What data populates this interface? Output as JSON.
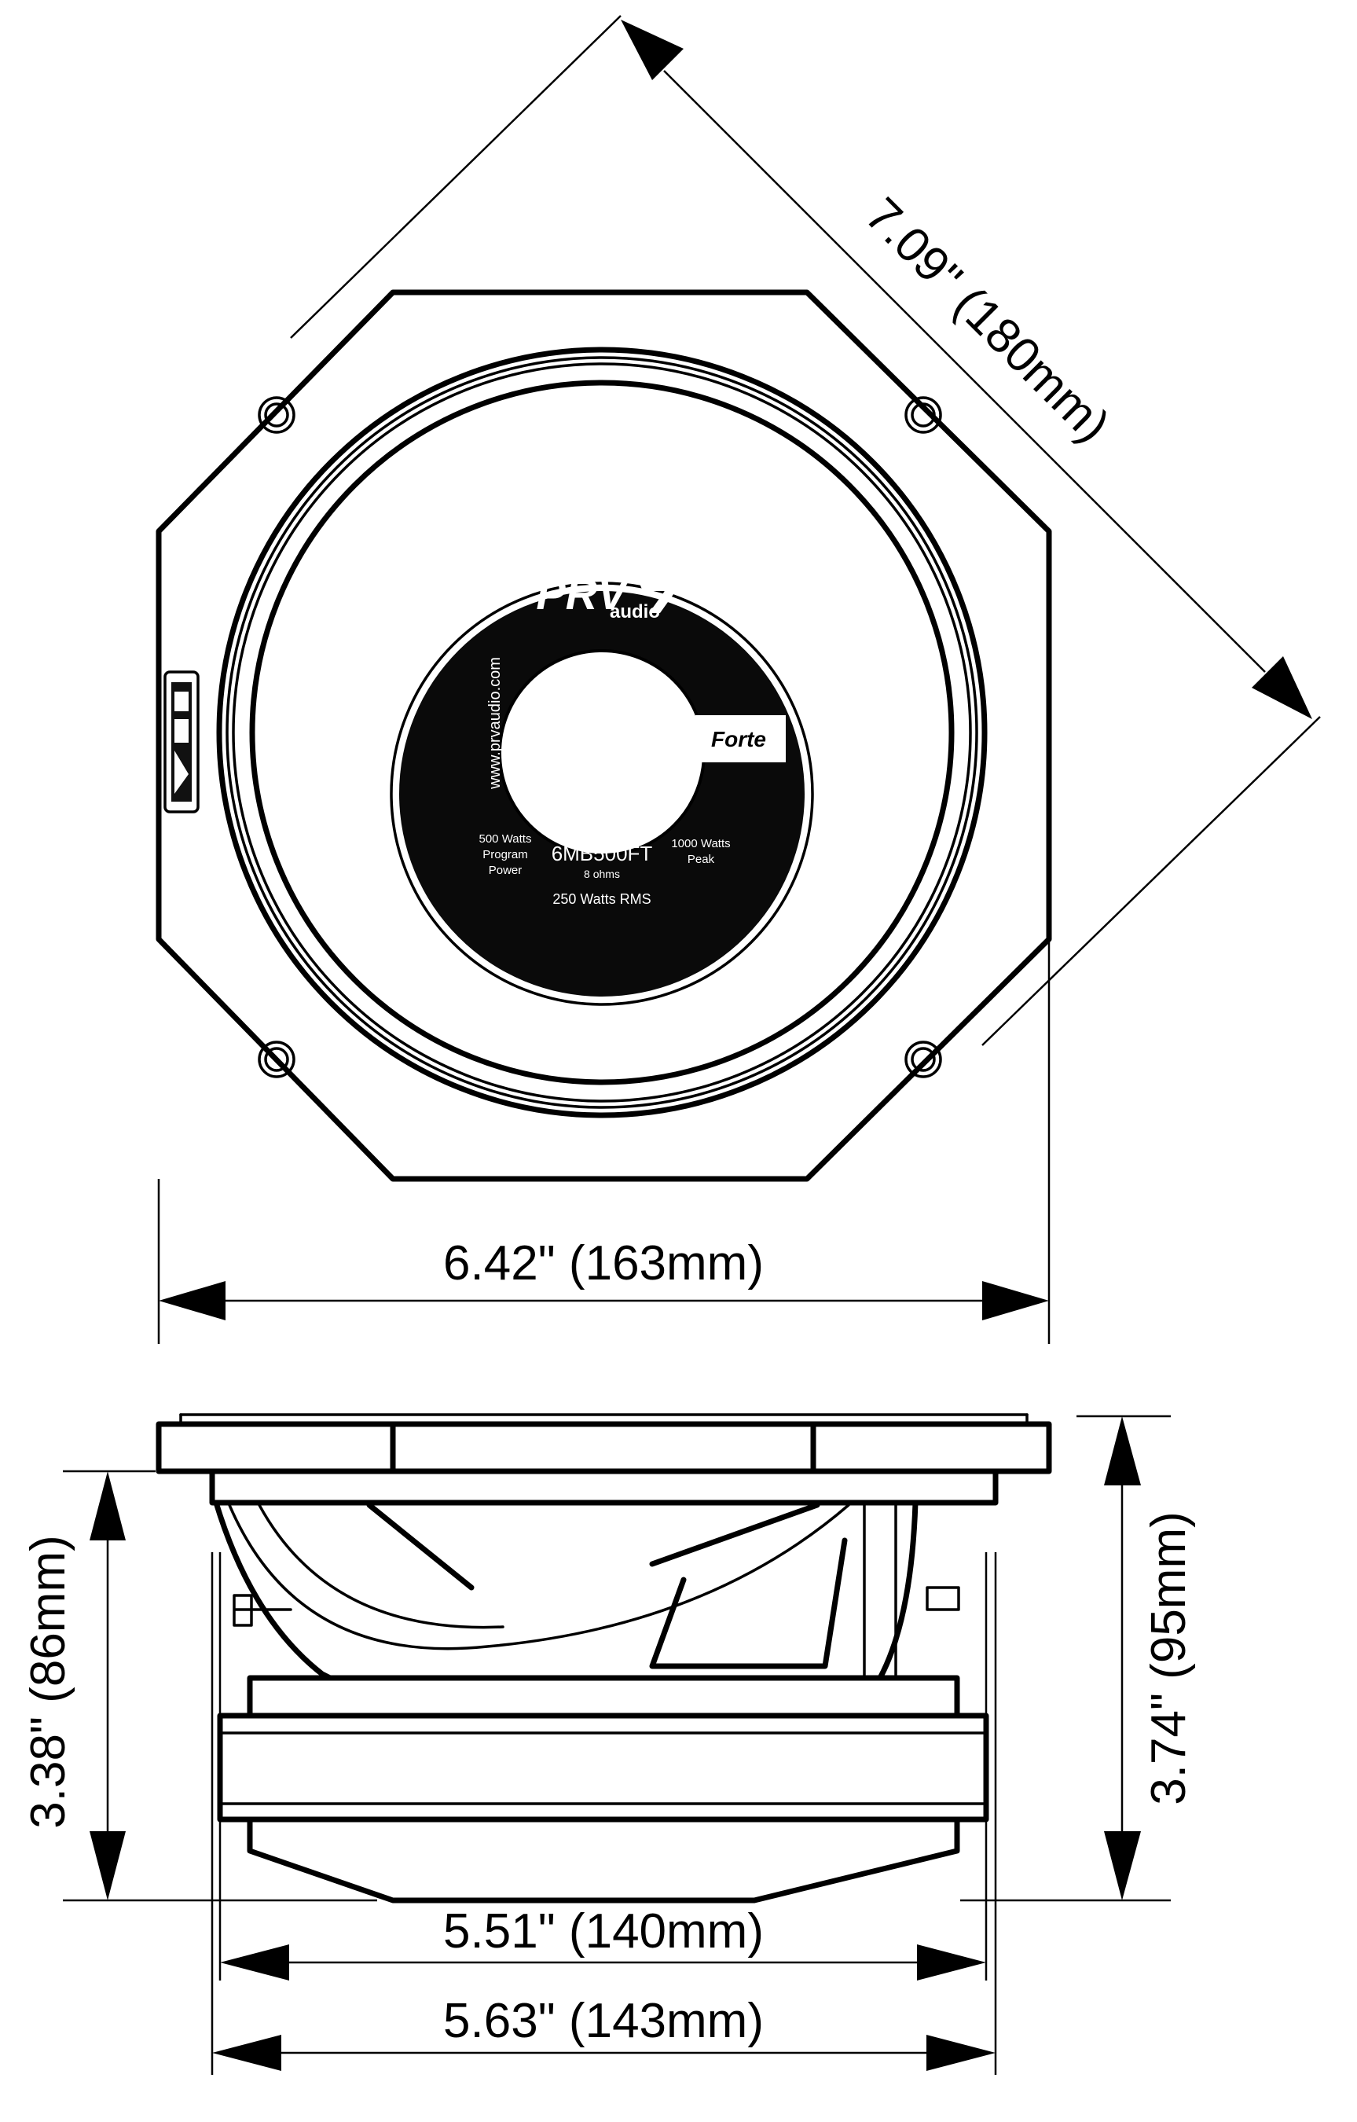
{
  "dimensions": {
    "diagonal": "7.09\" (180mm)",
    "flange_width": "6.42\" (163mm)",
    "height_overall": "3.74\" (95mm)",
    "height_mounting": "3.38\" (86mm)",
    "cutout_diameter": "5.51\" (140mm)",
    "basket_diameter": "5.63\" (143mm)"
  },
  "label": {
    "brand": "PRV",
    "brand_sub": "audio",
    "website": "www.prvaudio.com",
    "series": "Forte",
    "model": "6MB500FT",
    "impedance": "8 ohms",
    "program_power_1": "500 Watts",
    "program_power_2": "Program",
    "program_power_3": "Power",
    "peak_power_1": "1000 Watts",
    "peak_power_2": "Peak",
    "rms_power": "250 Watts RMS"
  }
}
